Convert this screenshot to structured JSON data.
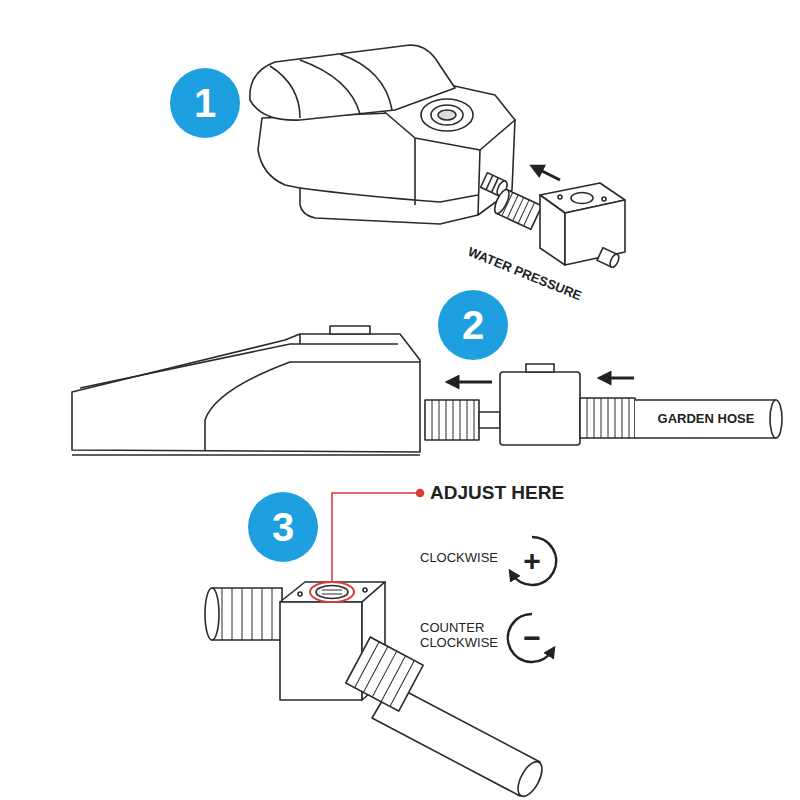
{
  "diagram": {
    "nodes": [
      {
        "text": [
          "1"
        ]
      },
      {
        "text": [
          "2"
        ]
      },
      {
        "text": [
          "3"
        ]
      }
    ],
    "labels": [
      "WATER PRESSURE",
      "GARDEN HOSE",
      "ADJUST HERE",
      "CLOCKWISE",
      "+",
      "COUNTER CLOCKWISE",
      "−"
    ]
  }
}
